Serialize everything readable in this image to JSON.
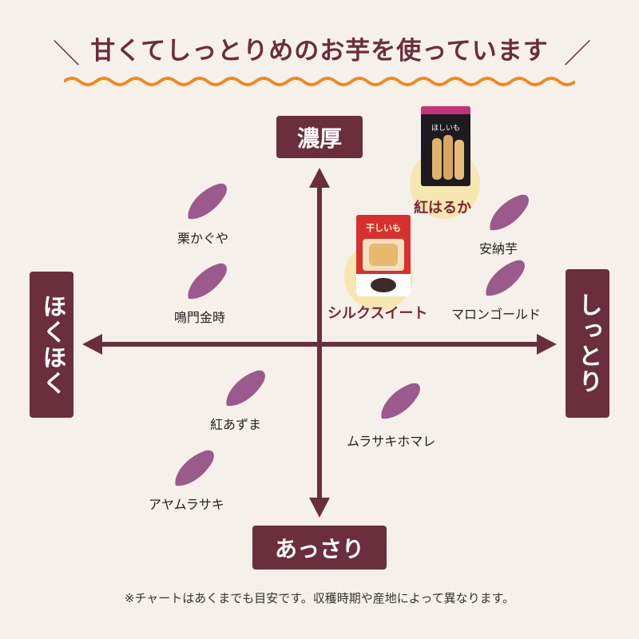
{
  "title": "甘くてしっとりめのお芋を使っています",
  "axes": {
    "top": "濃厚",
    "bottom": "あっさり",
    "left": "ほくほく",
    "right": "しっとり"
  },
  "varieties": {
    "kurikaguya": "栗かぐや",
    "narutokintoki": "鳴門金時",
    "beniazuma": "紅あずま",
    "ayamurasaki": "アヤムラサキ",
    "beniharuka": "紅はるか",
    "annoimo": "安納芋",
    "silksweet": "シルクスイート",
    "marongold": "マロンゴールド",
    "murasakihomare": "ムラサキホマレ"
  },
  "products": {
    "red_package_text": "干しいも",
    "black_package_text": "ほしいも"
  },
  "footnote": "※チャートはあくまでも目安です。収穫時期や産地によって異なります。",
  "colors": {
    "accent": "#6b2e3c",
    "wave": "#f08a1c",
    "potato": "#9a5a8c",
    "highlight_circle": "#f6e6b0"
  }
}
